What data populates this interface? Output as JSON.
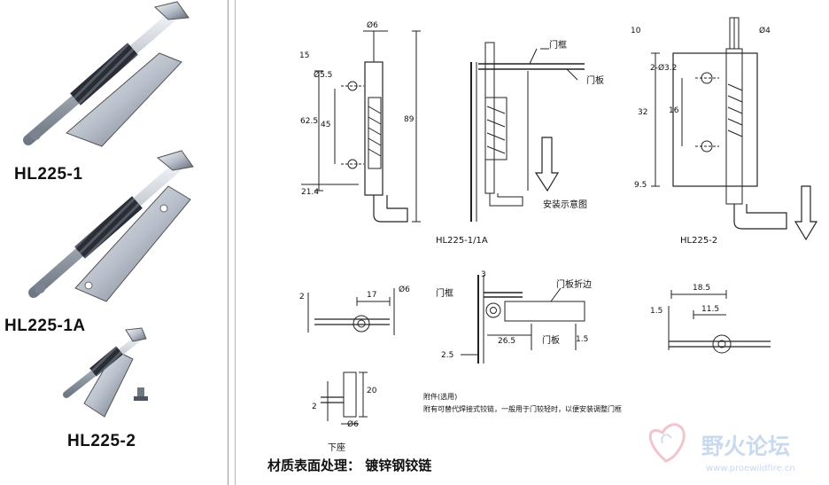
{
  "products": [
    {
      "model": "HL225-1"
    },
    {
      "model": "HL225-1A"
    },
    {
      "model": "HL225-2"
    }
  ],
  "drawings": {
    "captions": {
      "hl225_1_1a": "HL225-1/1A",
      "hl225_2": "HL225-2",
      "install_diagram": "安装示意图",
      "bottom_view": "下座"
    },
    "callouts": {
      "door_frame_1": "门框",
      "door_panel_1": "门板",
      "door_frame_2": "门框",
      "door_panel_edge": "门板折边",
      "door_panel_2": "门板"
    },
    "dimensions": {
      "d6_top": "Ø6",
      "d5_5": "Ø5.5",
      "dim_15": "15",
      "dim_62_5": "62.5",
      "dim_45": "45",
      "dim_89": "89",
      "dim_21_4": "21.4",
      "dim_10": "10",
      "d4": "Ø4",
      "d3_2": "2-Ø3.2",
      "dim_32": "32",
      "dim_16": "16",
      "dim_9_5": "9.5",
      "dim_2_a": "2",
      "dim_17": "17",
      "d6_mid": "Ø6",
      "dim_3": "3",
      "dim_26_5": "26.5",
      "dim_1_5_a": "1.5",
      "dim_2_5": "2.5",
      "dim_18_5": "18.5",
      "dim_11_5": "11.5",
      "dim_1_5_b": "1.5",
      "dim_2_b": "2",
      "dim_20": "20",
      "d6_bottom": "Ø6"
    },
    "notes": {
      "line1": "附件(选用)",
      "line2": "附有可替代焊接式铰链，一般用于门较轻时，以便安装调整门框"
    }
  },
  "footer": {
    "surface_treatment": "材质表面处理：  镀锌钢铰链"
  },
  "watermark": {
    "title": "野火论坛",
    "url": "www.proewildfire.cn"
  }
}
